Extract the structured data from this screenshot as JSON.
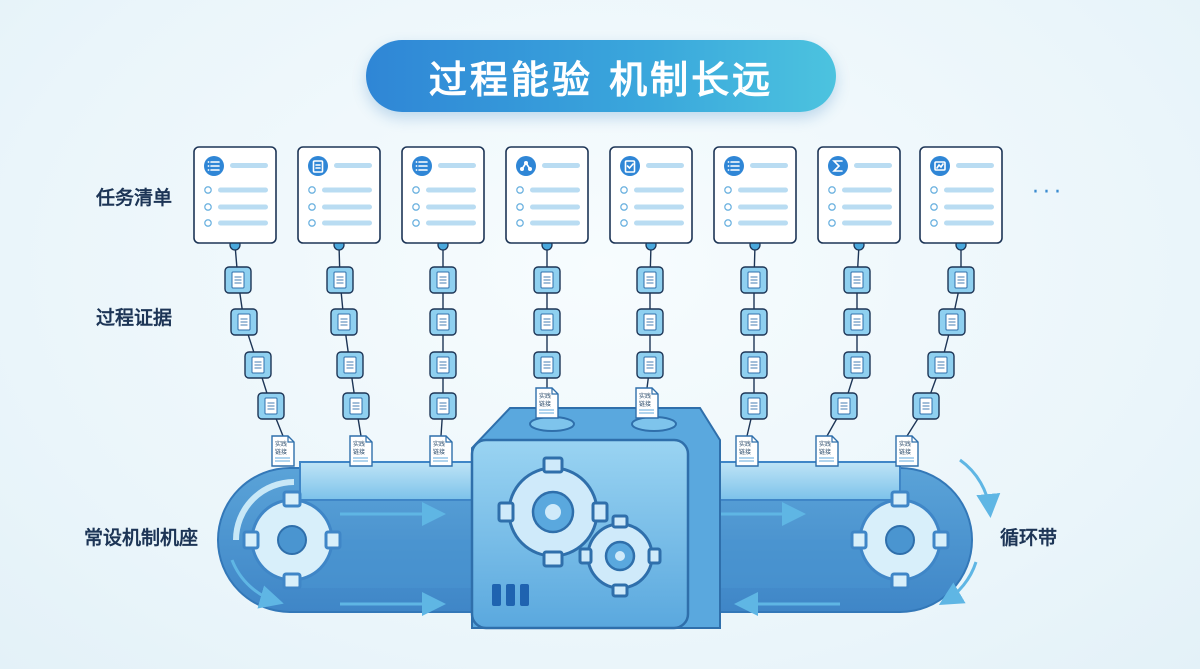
{
  "title": "过程能验 机制长远",
  "row_labels": {
    "tasks": "任务清单",
    "evidence": "过程证据",
    "base": "常设机制机座",
    "belt": "循环带"
  },
  "more": "···",
  "document_label": "实践链接",
  "task_cards": [
    {
      "icon": "list-icon"
    },
    {
      "icon": "clipboard-icon"
    },
    {
      "icon": "list-icon"
    },
    {
      "icon": "network-icon"
    },
    {
      "icon": "checklist-icon"
    },
    {
      "icon": "list-icon"
    },
    {
      "icon": "sigma-icon"
    },
    {
      "icon": "chart-icon"
    }
  ],
  "colors": {
    "primary": "#2f86d6",
    "accent": "#4cc3df",
    "text": "#1d3556",
    "belt": "#8fcdee",
    "machine": "#74bde9"
  }
}
